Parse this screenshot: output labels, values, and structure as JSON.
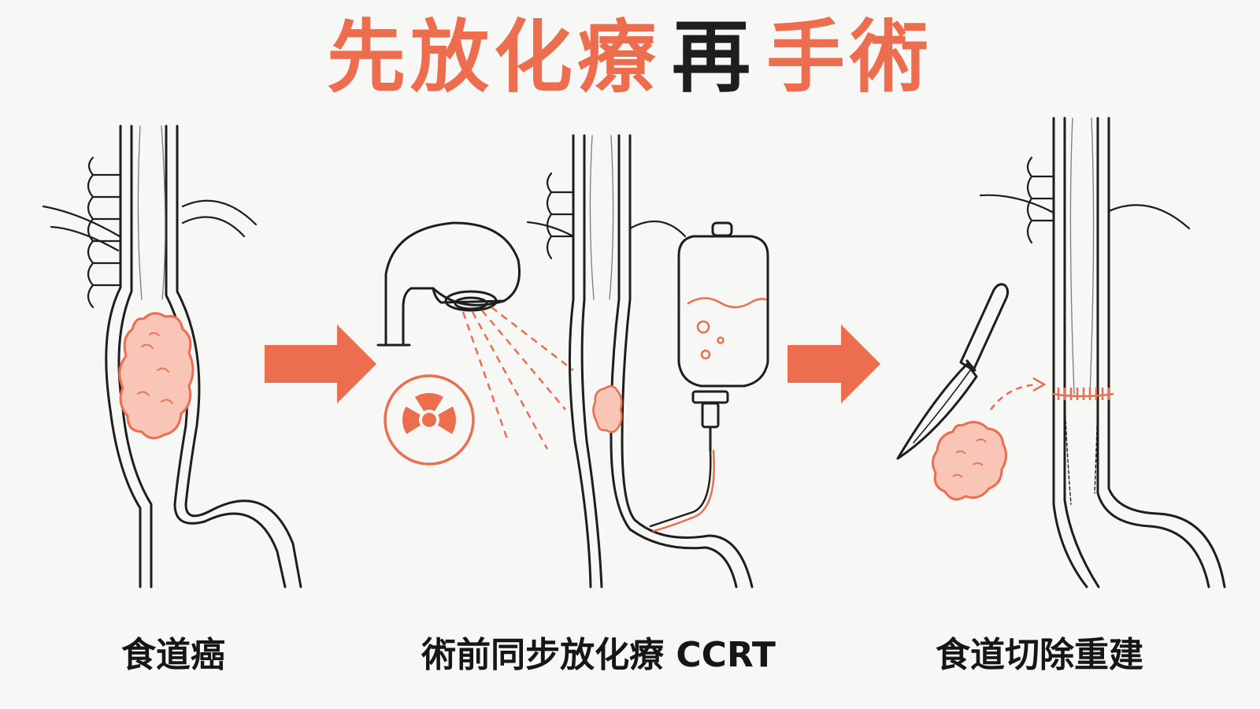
{
  "title": {
    "part1": "先放化療",
    "part2": "再",
    "part3": "手術"
  },
  "captions": {
    "step1": "食道癌",
    "step2": "術前同步放化療 CCRT",
    "step3": "食道切除重建"
  },
  "colors": {
    "accent": "#ec6e4f",
    "tumor_fill": "#f9c5b6",
    "line": "#1e1e1e",
    "background": "#f7f7f6"
  },
  "icons": [
    "radiation-icon",
    "radiotherapy-machine-icon",
    "iv-drip-bag-icon",
    "scalpel-icon",
    "arrow-right-icon"
  ]
}
